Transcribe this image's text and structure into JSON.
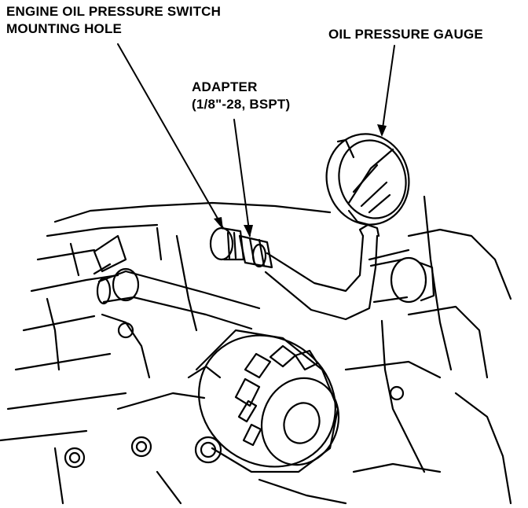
{
  "labels": {
    "switch_hole": {
      "line1": "ENGINE OIL PRESSURE SWITCH",
      "line2": "MOUNTING HOLE"
    },
    "adapter": {
      "line1": "ADAPTER",
      "line2": "(1/8\"-28, BSPT)"
    },
    "gauge": {
      "line1": "OIL PRESSURE GAUGE"
    }
  },
  "colors": {
    "ink": "#000000",
    "paper": "#ffffff"
  }
}
